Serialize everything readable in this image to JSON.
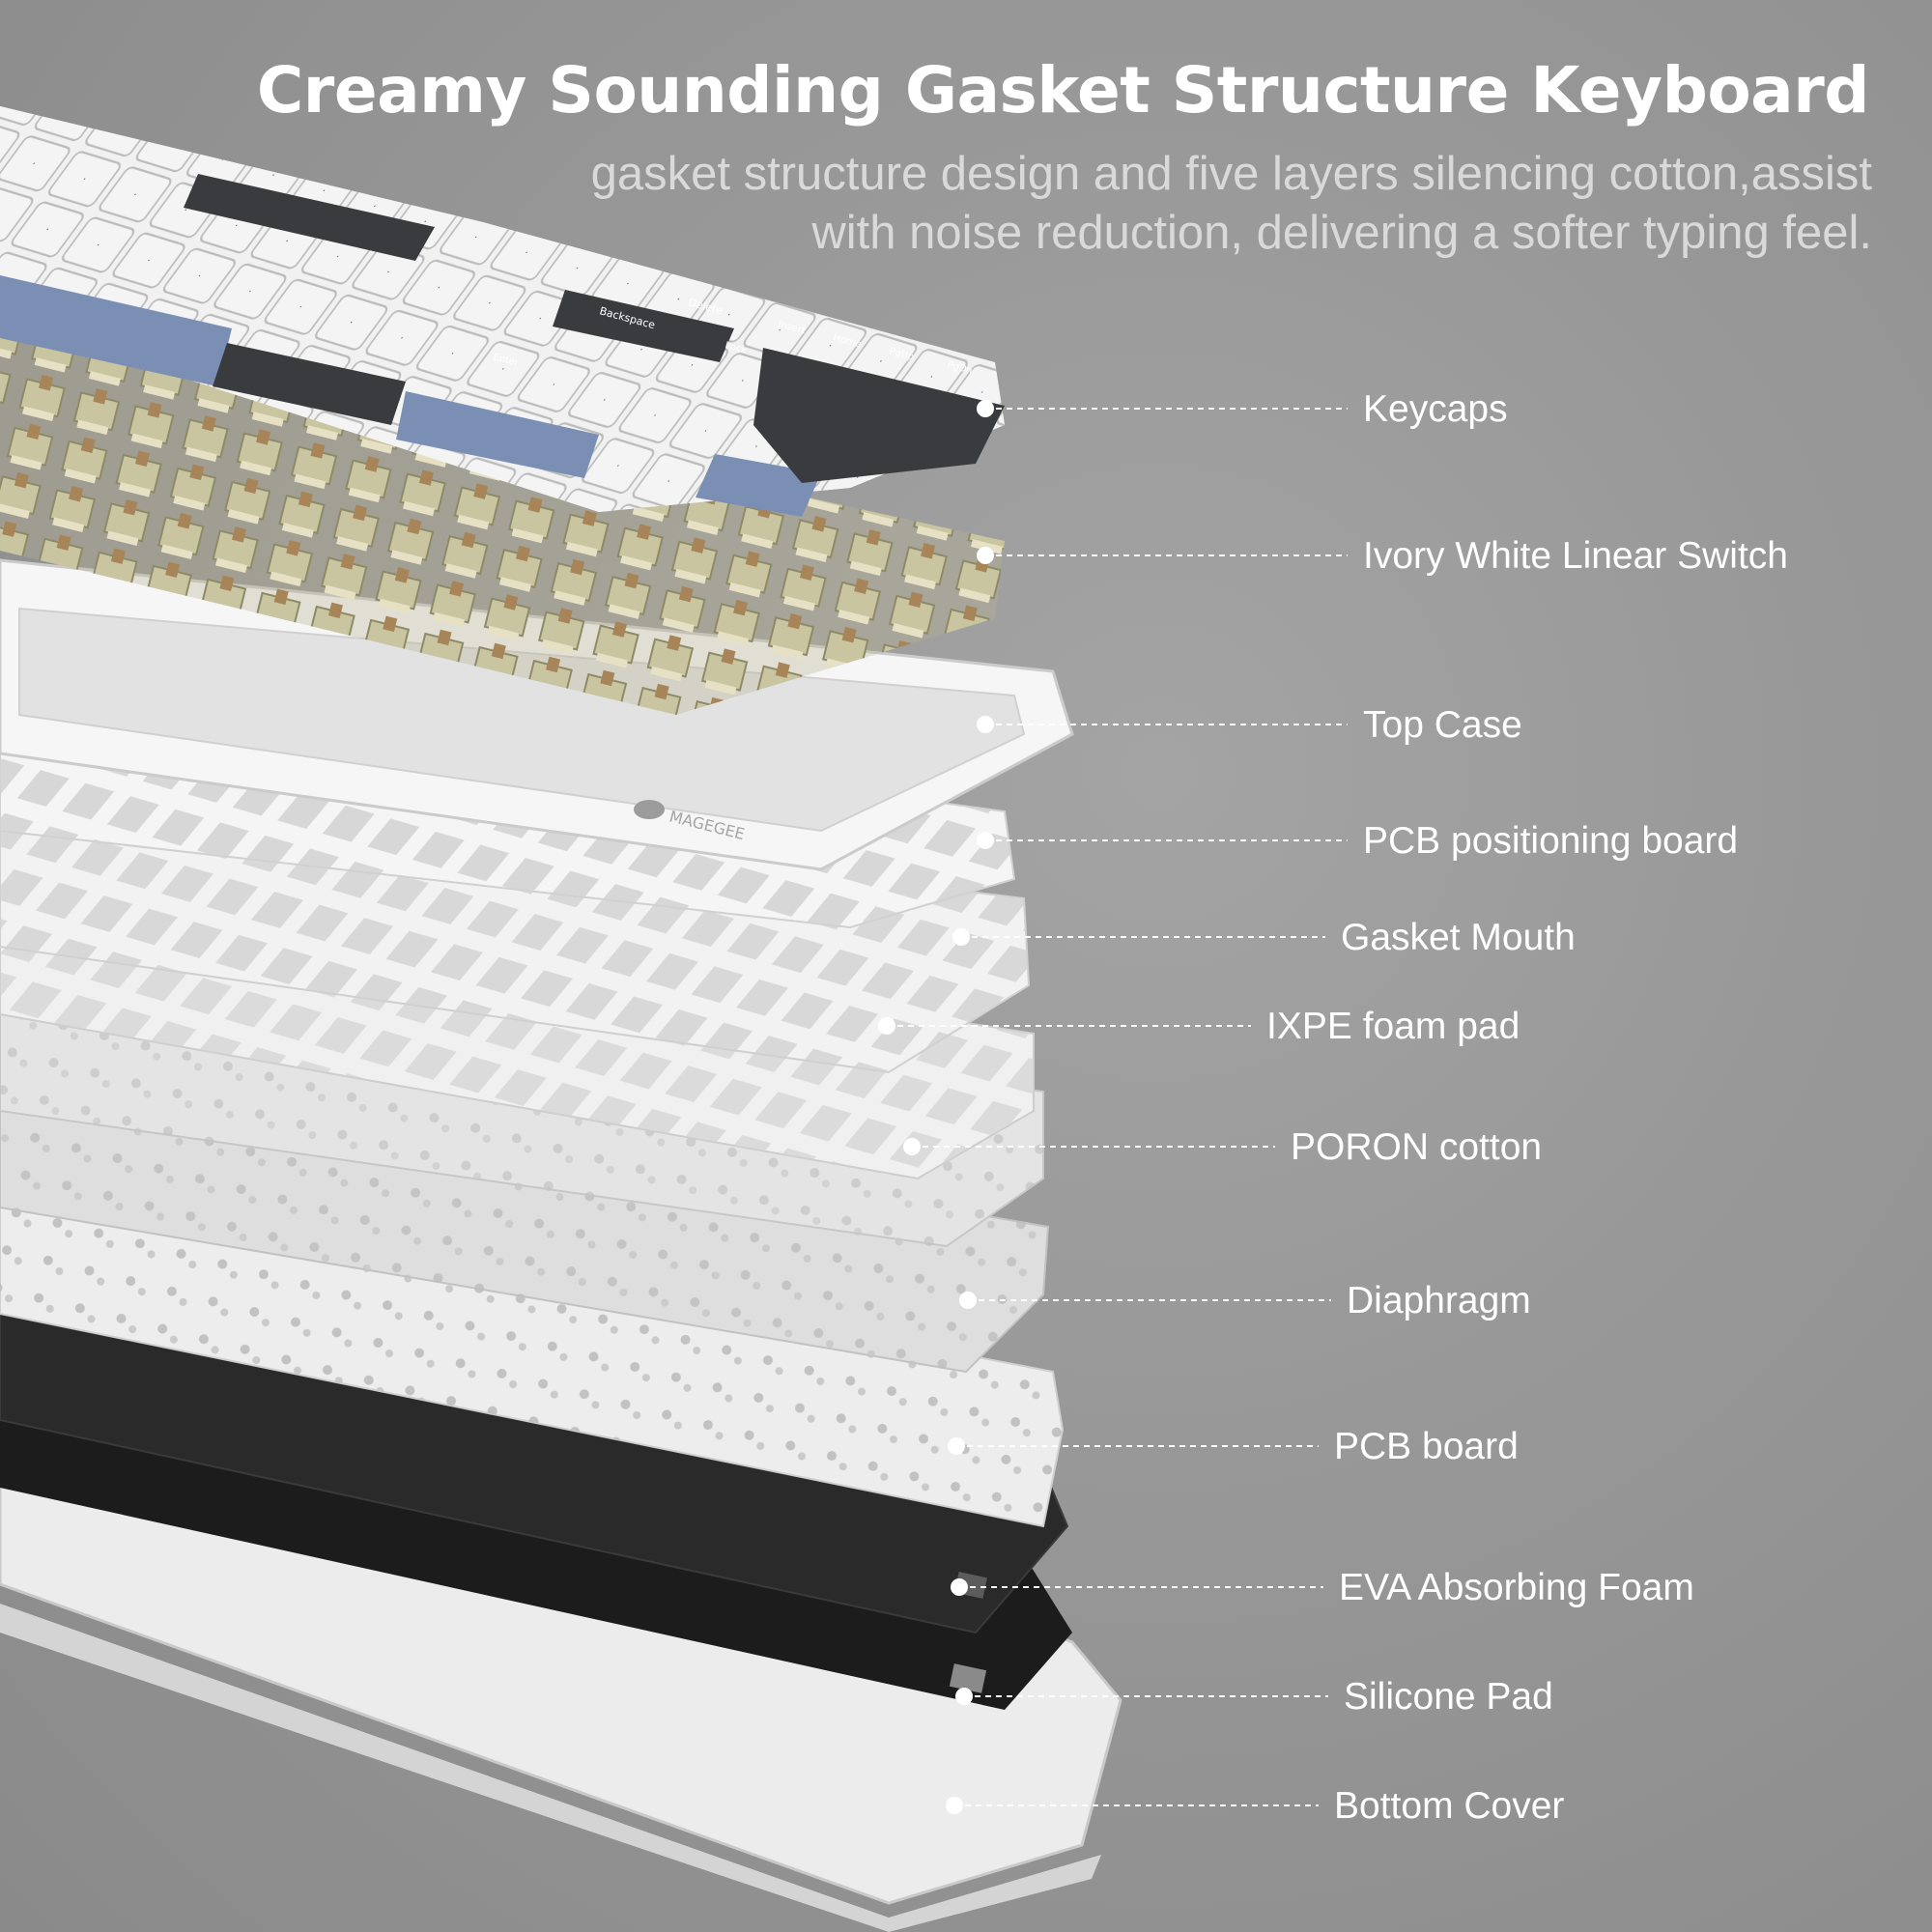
{
  "header": {
    "title": "Creamy Sounding Gasket Structure Keyboard",
    "subtitle_line1": "gasket structure design and five layers silencing cotton,assist",
    "subtitle_line2": "with noise reduction, delivering a softer typing feel."
  },
  "keyboard": {
    "brand": "MAGEGEE",
    "key_legends": [
      "Backspace",
      "Delete",
      "Insert",
      "Home",
      "PgUp",
      "PgDn",
      "Lock",
      "Enter"
    ]
  },
  "layers": [
    {
      "id": "keycaps",
      "label": "Keycaps"
    },
    {
      "id": "switch",
      "label": "Ivory White Linear Switch"
    },
    {
      "id": "top-case",
      "label": "Top Case"
    },
    {
      "id": "pcb-positioning",
      "label": "PCB positioning board"
    },
    {
      "id": "gasket-mouth",
      "label": "Gasket Mouth"
    },
    {
      "id": "ixpe",
      "label": "IXPE foam pad"
    },
    {
      "id": "poron",
      "label": "PORON cotton"
    },
    {
      "id": "diaphragm",
      "label": "Diaphragm"
    },
    {
      "id": "pcb",
      "label": "PCB board"
    },
    {
      "id": "eva",
      "label": "EVA Absorbing Foam"
    },
    {
      "id": "silicone",
      "label": "Silicone Pad"
    },
    {
      "id": "bottom-cover",
      "label": "Bottom Cover"
    }
  ],
  "colors": {
    "background": "#979797",
    "white_keycap": "#f1f1f1",
    "dark_keycap": "#3a3b3e",
    "blue_keycap": "#7b8fb5",
    "plate": "#f3f3f3",
    "foam_black": "#1f1f1f",
    "switch_housing": "#c8c5a0"
  }
}
